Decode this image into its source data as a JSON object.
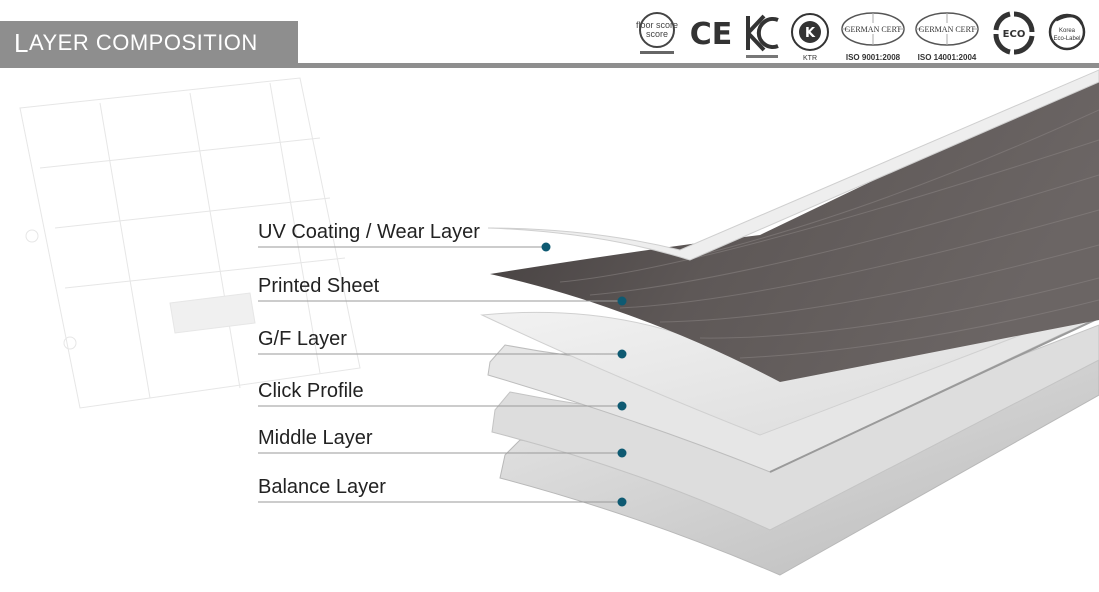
{
  "header": {
    "title_first": "L",
    "title_rest": "AYER COMPOSITION",
    "accent_color": "#8e8e8e"
  },
  "certifications": [
    {
      "name": "floorscore-icon",
      "text": "floor score"
    },
    {
      "name": "ce-mark-icon",
      "text": "CE"
    },
    {
      "name": "kc-mark-icon",
      "text": "KC"
    },
    {
      "name": "kt-mark-icon",
      "text": "K"
    },
    {
      "name": "iso9001-icon",
      "text": "GERMAN CERT",
      "caption": "ISO 9001:2008"
    },
    {
      "name": "iso14001-icon",
      "text": "GERMAN CERT",
      "caption": "ISO 14001:2004"
    },
    {
      "name": "eco-icon",
      "text": "ECO"
    },
    {
      "name": "korea-ecolabel-icon",
      "text": "Korea Eco-Label"
    }
  ],
  "layers": [
    {
      "label": "UV Coating / Wear Layer"
    },
    {
      "label": "Printed Sheet"
    },
    {
      "label": "G/F Layer"
    },
    {
      "label": "Click Profile"
    },
    {
      "label": "Middle Layer"
    },
    {
      "label": "Balance Layer"
    }
  ],
  "colors": {
    "dot": "#0e5a72",
    "leader": "#9a9a9a",
    "wood_dark": "#4b4646",
    "sheet_light": "#ededed"
  }
}
